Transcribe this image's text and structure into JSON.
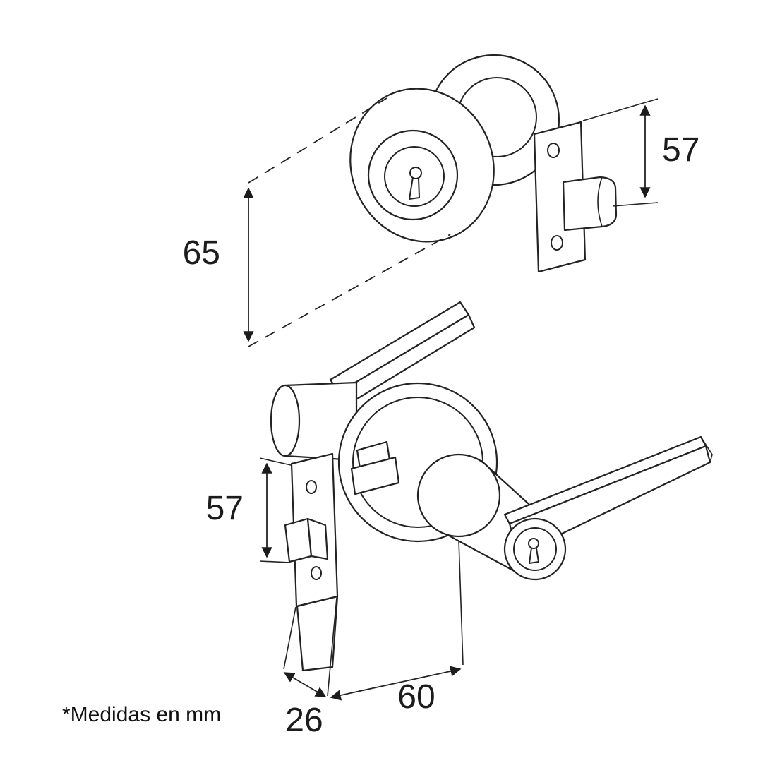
{
  "note": "*Medidas en mm",
  "labels": {
    "deadbolt_height": "57",
    "backset": "65",
    "lever_height": "57",
    "rose_width": "60",
    "latch_width": "26"
  }
}
